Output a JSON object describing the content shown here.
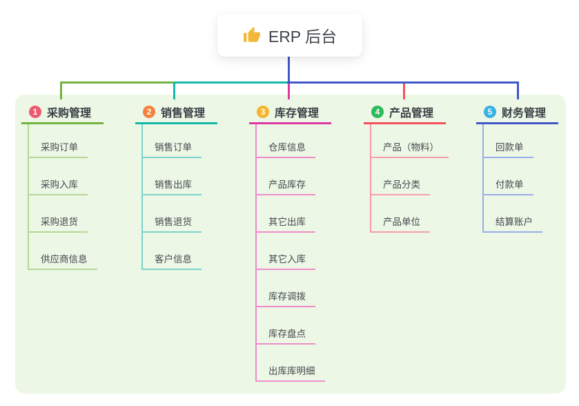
{
  "root": {
    "label": "ERP 后台",
    "icon": "thumbs-up-icon",
    "icon_color": "#f3b73a"
  },
  "panel_color": "#ecf7e6",
  "branches": [
    {
      "num": "1",
      "label": "采购管理",
      "colors": {
        "badge": "#ec5b6d",
        "line": "#72b33e",
        "child_line": "#b3d795"
      },
      "children": [
        "采购订单",
        "采购入库",
        "采购退货",
        "供应商信息"
      ]
    },
    {
      "num": "2",
      "label": "销售管理",
      "colors": {
        "badge": "#f5823c",
        "line": "#14b8ab",
        "child_line": "#7ad4cb"
      },
      "children": [
        "销售订单",
        "销售出库",
        "销售退货",
        "客户信息"
      ]
    },
    {
      "num": "3",
      "label": "库存管理",
      "colors": {
        "badge": "#f7b52c",
        "line": "#de37a3",
        "child_line": "#f08bcb"
      },
      "children": [
        "仓库信息",
        "产品库存",
        "其它出库",
        "其它入库",
        "库存调拨",
        "库存盘点",
        "出库库明细"
      ]
    },
    {
      "num": "4",
      "label": "产品管理",
      "colors": {
        "badge": "#2cba5a",
        "line": "#f2515c",
        "child_line": "#f89ca6"
      },
      "children": [
        "产品（物料）",
        "产品分类",
        "产品单位"
      ]
    },
    {
      "num": "5",
      "label": "财务管理",
      "colors": {
        "badge": "#38b1e3",
        "line": "#4055c8",
        "child_line": "#9aace9"
      },
      "children": [
        "回款单",
        "付款单",
        "结算账户"
      ]
    }
  ]
}
